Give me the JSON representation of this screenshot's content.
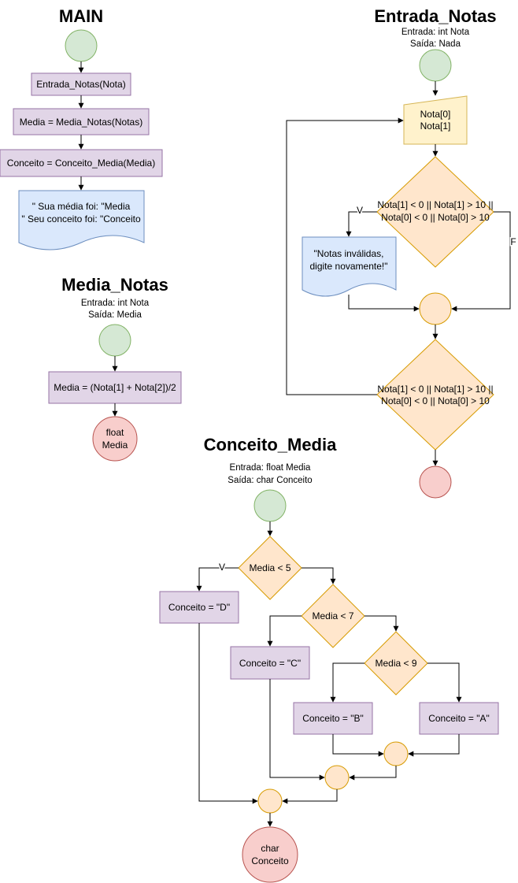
{
  "main": {
    "title": "MAIN",
    "call_entrada": "Entrada_Notas(Nota)",
    "call_media": "Media = Media_Notas(Notas)",
    "call_conceito": "Conceito = Conceito_Media(Media)",
    "output_line1": "\" Sua média foi: \"Media",
    "output_line2": "\" Seu conceito foi: \"Conceito"
  },
  "media_notas": {
    "title": "Media_Notas",
    "entrada": "Entrada: int Nota",
    "saida": "Saída: Media",
    "process": "Media = (Nota[1] + Nota[2])/2",
    "end_line1": "float",
    "end_line2": "Media"
  },
  "entrada_notas": {
    "title": "Entrada_Notas",
    "entrada": "Entrada: int Nota",
    "saida": "Saída: Nada",
    "input_line1": "Nota[0]",
    "input_line2": "Nota[1]",
    "cond1_line1": "Nota[1] < 0 || Nota[1] > 10 ||",
    "cond1_line2": "Nota[0] < 0 || Nota[0] > 10",
    "label_v": "V",
    "label_f": "F",
    "msg_line1": "\"Notas inválidas,",
    "msg_line2": "digite novamente!\"",
    "cond2_line1": "Nota[1] < 0 || Nota[1] > 10 ||",
    "cond2_line2": "Nota[0] < 0 || Nota[0] > 10"
  },
  "conceito_media": {
    "title": "Conceito_Media",
    "entrada": "Entrada: float Media",
    "saida": "Saída: char Conceito",
    "dec1": "Media < 5",
    "label_v": "V",
    "result_d": "Conceito = \"D\"",
    "dec2": "Media < 7",
    "result_c": "Conceito = \"C\"",
    "dec3": "Media < 9",
    "result_b": "Conceito = \"B\"",
    "result_a": "Conceito = \"A\"",
    "end_line1": "char",
    "end_line2": "Conceito"
  }
}
